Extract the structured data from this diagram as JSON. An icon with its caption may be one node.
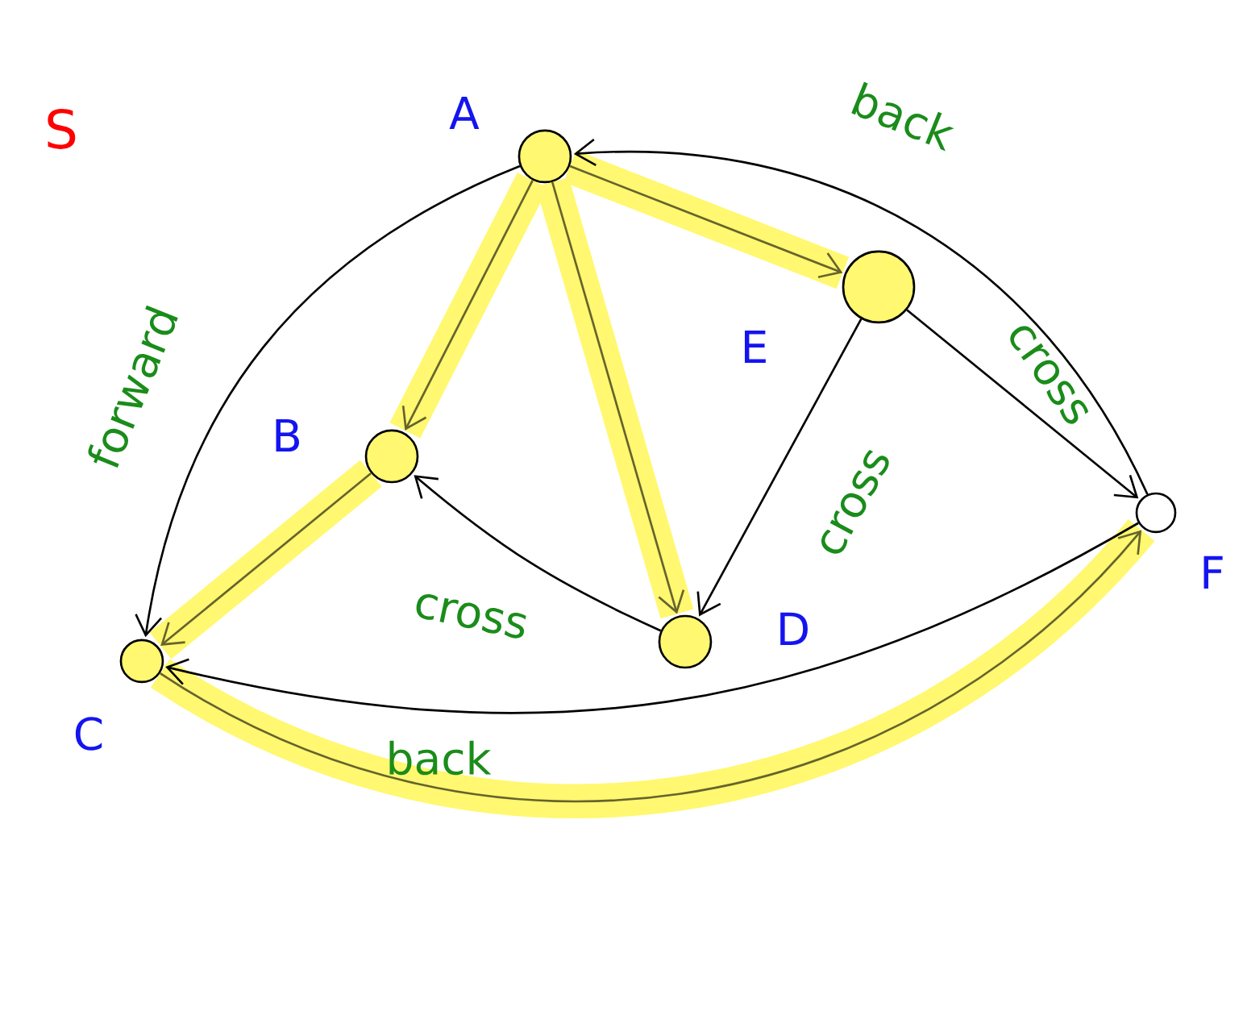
{
  "diagram": {
    "nodes": [
      {
        "text": [],
        "shape": "circle",
        "beside": [
          "A"
        ]
      },
      {
        "text": [],
        "shape": "circle",
        "beside": [
          "B"
        ]
      },
      {
        "text": [],
        "shape": "circle",
        "beside": [
          "C"
        ]
      },
      {
        "text": [],
        "shape": "circle",
        "beside": [
          "D"
        ]
      },
      {
        "text": [],
        "shape": "circle",
        "beside": [
          "E"
        ]
      },
      {
        "text": [],
        "shape": "circle",
        "beside": [
          "F"
        ]
      }
    ],
    "edges": [
      {
        "from": 0,
        "to": 1,
        "arrow": "to",
        "style": "thick",
        "color": "#fff870"
      },
      {
        "from": 1,
        "to": 2,
        "arrow": "to",
        "style": "thick",
        "color": "#fff870"
      },
      {
        "from": 0,
        "to": 3,
        "arrow": "to",
        "style": "thick",
        "color": "#fff870"
      },
      {
        "from": 0,
        "to": 4,
        "arrow": "to",
        "style": "thick",
        "color": "#fff870"
      },
      {
        "from": 2,
        "to": 5,
        "arrow": "to",
        "style": "thick",
        "color": "#fff870"
      },
      {
        "from": 0,
        "to": 2,
        "arrow": "to",
        "label": "forward"
      },
      {
        "from": 5,
        "to": 0,
        "arrow": "to",
        "label": "back"
      },
      {
        "from": 4,
        "to": 5,
        "arrow": "to",
        "label": "cross"
      },
      {
        "from": 4,
        "to": 3,
        "arrow": "to",
        "label": "cross"
      },
      {
        "from": 3,
        "to": 1,
        "arrow": "to",
        "label": "cross"
      },
      {
        "from": 5,
        "to": 2,
        "arrow": "to",
        "label": "back"
      }
    ],
    "labels": [
      "S"
    ]
  }
}
